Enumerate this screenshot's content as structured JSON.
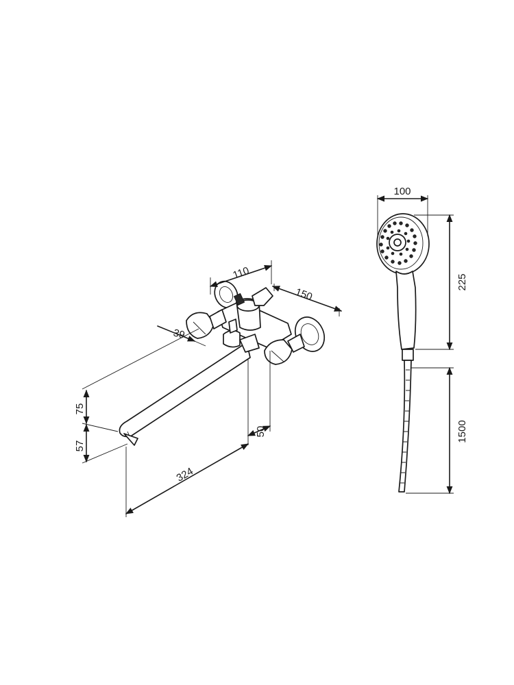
{
  "dimensions": {
    "width_110": "110",
    "depth_150": "150",
    "offset_39": "39",
    "height_75": "75",
    "height_57": "57",
    "offset_50": "50",
    "spout_324": "324",
    "head_100": "100",
    "handset_225": "225",
    "hose_1500": "1500"
  }
}
